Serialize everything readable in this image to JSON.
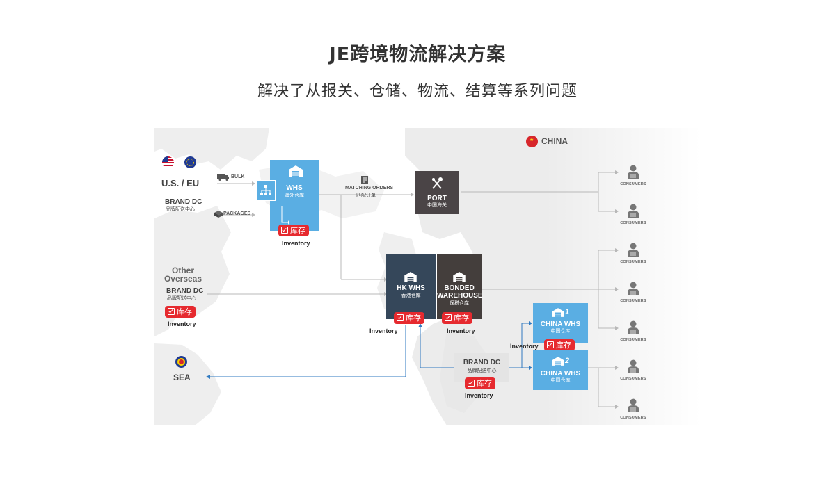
{
  "header": {
    "title": "JE跨境物流解决方案",
    "subtitle": "解决了从报关、仓储、物流、结算等系列问题"
  },
  "colors": {
    "blue": "#5aaee3",
    "dark_navy": "#35475a",
    "dark_brown": "#443e3c",
    "port_gray": "#4a4446",
    "badge_red": "#e62a2f",
    "line_gray": "#b8b8b8",
    "line_blue": "#2f79c0"
  },
  "china": {
    "label": "CHINA"
  },
  "sources": {
    "useu": {
      "label": "U.S. / EU",
      "brand": "BRAND DC",
      "brand_cn": "品牌配送中心",
      "bulk": "BULK",
      "packages": "PACKAGES"
    },
    "other": {
      "label_line1": "Other",
      "label_line2": "Overseas",
      "brand": "BRAND DC",
      "brand_cn": "品牌配送中心"
    },
    "sea": {
      "label": "SEA"
    }
  },
  "nodes": {
    "whs": {
      "label": "WHS",
      "label_cn": "海外仓库"
    },
    "port": {
      "label": "PORT",
      "label_cn": "中国海关"
    },
    "hk_whs": {
      "label": "HK WHS",
      "label_cn": "香港仓库"
    },
    "bonded": {
      "label_line1": "BONDED",
      "label_line2": "WAREHOUSE",
      "label_cn": "保税仓库"
    },
    "china_whs_1": {
      "label": "CHINA WHS",
      "label_cn": "中国仓库",
      "num": "1"
    },
    "china_whs_2": {
      "label": "CHINA WHS",
      "label_cn": "中国仓库",
      "num": "2"
    },
    "brand_dc_cn": {
      "label": "BRAND DC",
      "label_cn": "品牌配送中心"
    }
  },
  "matching": {
    "label": "MATCHING ORDERS",
    "label_cn": "匹配订单"
  },
  "badge": {
    "text": "库存"
  },
  "inventory": {
    "text": "Inventory"
  },
  "consumers": {
    "label": "CONSUMERS",
    "count": 7
  }
}
